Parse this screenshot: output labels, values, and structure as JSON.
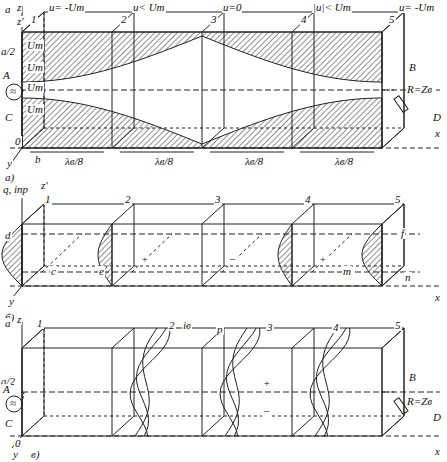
{
  "diagram": {
    "labels": [
      "a",
      "z",
      "z'",
      "1",
      "u= -Um",
      "2",
      "u< Um",
      "3",
      "u=0",
      "4",
      "|u|< Um",
      "5",
      "u= -Um",
      "a/2",
      "Um",
      "Um",
      "Um",
      "Um",
      "A",
      "≈",
      "C",
      "0",
      "B",
      "R=Zв",
      "D",
      "x",
      "b",
      "y",
      "λв/8",
      "λв/8",
      "λв/8",
      "λв/8",
      "a)",
      "q, iпр",
      "z'",
      "1",
      "2",
      "3",
      "4",
      "5",
      "d",
      "f",
      "c",
      "e",
      "+",
      "−",
      "+",
      "m",
      "n",
      "x",
      "y",
      "б)",
      "a",
      "z",
      "1",
      "2",
      "iв",
      "p",
      "3",
      "4",
      "5",
      "a/2",
      "A",
      "≈",
      "C",
      "0",
      "B",
      "R=Zв",
      "D",
      "x",
      "y",
      "в)",
      "+",
      "−"
    ]
  }
}
